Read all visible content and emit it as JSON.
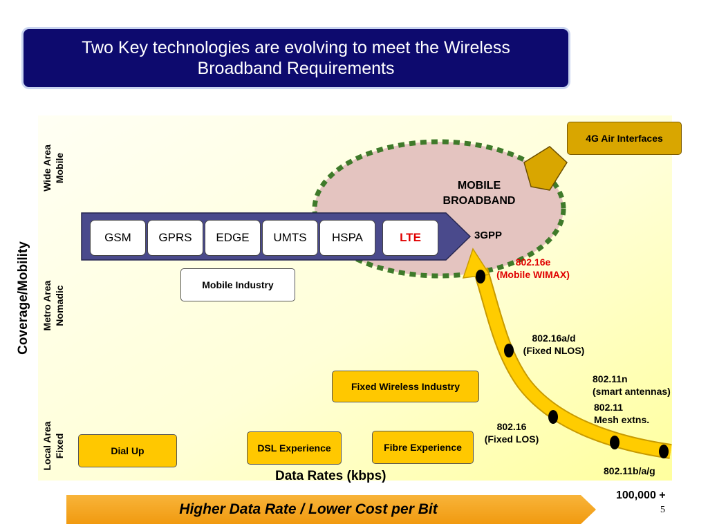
{
  "title": {
    "line1": "Two Key technologies are evolving to meet the Wireless",
    "line2": "Broadband Requirements"
  },
  "axes": {
    "y_label": "Coverage/Mobility",
    "x_label": "Data Rates (kbps)",
    "x_max": "100,000 +",
    "bands": {
      "wide_area": [
        "Wide Area",
        "Mobile"
      ],
      "metro_area": [
        "Metro Area",
        "Nomadic"
      ],
      "local_area": [
        "Local Area",
        "Fixed"
      ]
    }
  },
  "mobile_broadband": {
    "line1": "MOBILE",
    "line2": "BROADBAND"
  },
  "air_interfaces_label": "4G Air Interfaces",
  "threegpp_label": "3GPP",
  "mobile_technologies": [
    "GSM",
    "GPRS",
    "EDGE",
    "UMTS",
    "HSPA",
    "LTE"
  ],
  "industries": {
    "mobile": "Mobile Industry",
    "fixed_wireless": "Fixed Wireless Industry"
  },
  "experiences": {
    "dial_up": "Dial Up",
    "dsl": "DSL Experience",
    "fibre": "Fibre Experience"
  },
  "wireless_standards": {
    "e16": [
      "802.16e",
      "(Mobile WIMAX)"
    ],
    "ad16": [
      "802.16a/d",
      "(Fixed NLOS)"
    ],
    "n11": [
      "802.11n",
      "(smart antennas)"
    ],
    "mesh11": [
      "802.11",
      "Mesh extns."
    ],
    "fixed16": [
      "802.16",
      "(Fixed LOS)"
    ],
    "bag11": "802.11b/a/g"
  },
  "bottom_arrow_label": "Higher Data Rate / Lower Cost per Bit",
  "page_number": "5",
  "colors": {
    "title_bg": "#0d0a6e",
    "tech_arrow": "#4a4a8c",
    "highlight_red": "#e00000",
    "wimax_path": "#ffcc00",
    "dotted_ring": "#3f7a2a",
    "bottom_arrow": "#f5a623"
  }
}
